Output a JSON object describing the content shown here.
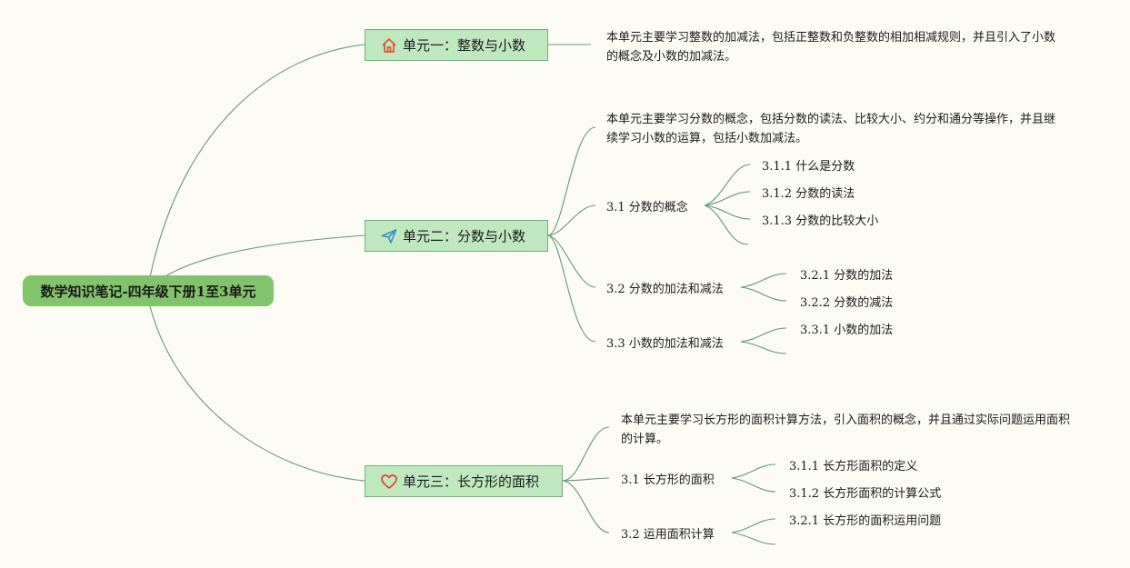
{
  "root": {
    "title": "数学知识笔记-四年级下册1至3单元"
  },
  "units": [
    {
      "title": "单元一：整数与小数",
      "icon": "home-icon",
      "summary": "本单元主要学习整数的加减法，包括正整数和负整数的相加相减规则，并且引入了小数的概念及小数的加减法。"
    },
    {
      "title": "单元二：分数与小数",
      "icon": "paper-plane-icon",
      "summary": "本单元主要学习分数的概念，包括分数的读法、比较大小、约分和通分等操作，并且继续学习小数的运算，包括小数加减法。",
      "sections": [
        {
          "label": "3.1 分数的概念",
          "items": [
            "3.1.1 什么是分数",
            "3.1.2 分数的读法",
            "3.1.3 分数的比较大小"
          ]
        },
        {
          "label": "3.2 分数的加法和减法",
          "items": [
            "3.2.1 分数的加法",
            "3.2.2 分数的减法"
          ]
        },
        {
          "label": "3.3 小数的加法和减法",
          "items": [
            "3.3.1 小数的加法"
          ]
        }
      ]
    },
    {
      "title": "单元三：长方形的面积",
      "icon": "heart-icon",
      "summary": "本单元主要学习长方形的面积计算方法，引入面积的概念，并且通过实际问题运用面积的计算。",
      "sections": [
        {
          "label": "3.1 长方形的面积",
          "items": [
            "3.1.1 长方形面积的定义",
            "3.1.2 长方形面积的计算公式"
          ]
        },
        {
          "label": "3.2 运用面积计算",
          "items": [
            "3.2.1 长方形的面积运用问题"
          ]
        }
      ]
    }
  ],
  "colors": {
    "root_fill": "#82c46c",
    "unit_fill": "#bfe8bf",
    "line": "#5e9a78",
    "background": "#fdfcf4"
  }
}
